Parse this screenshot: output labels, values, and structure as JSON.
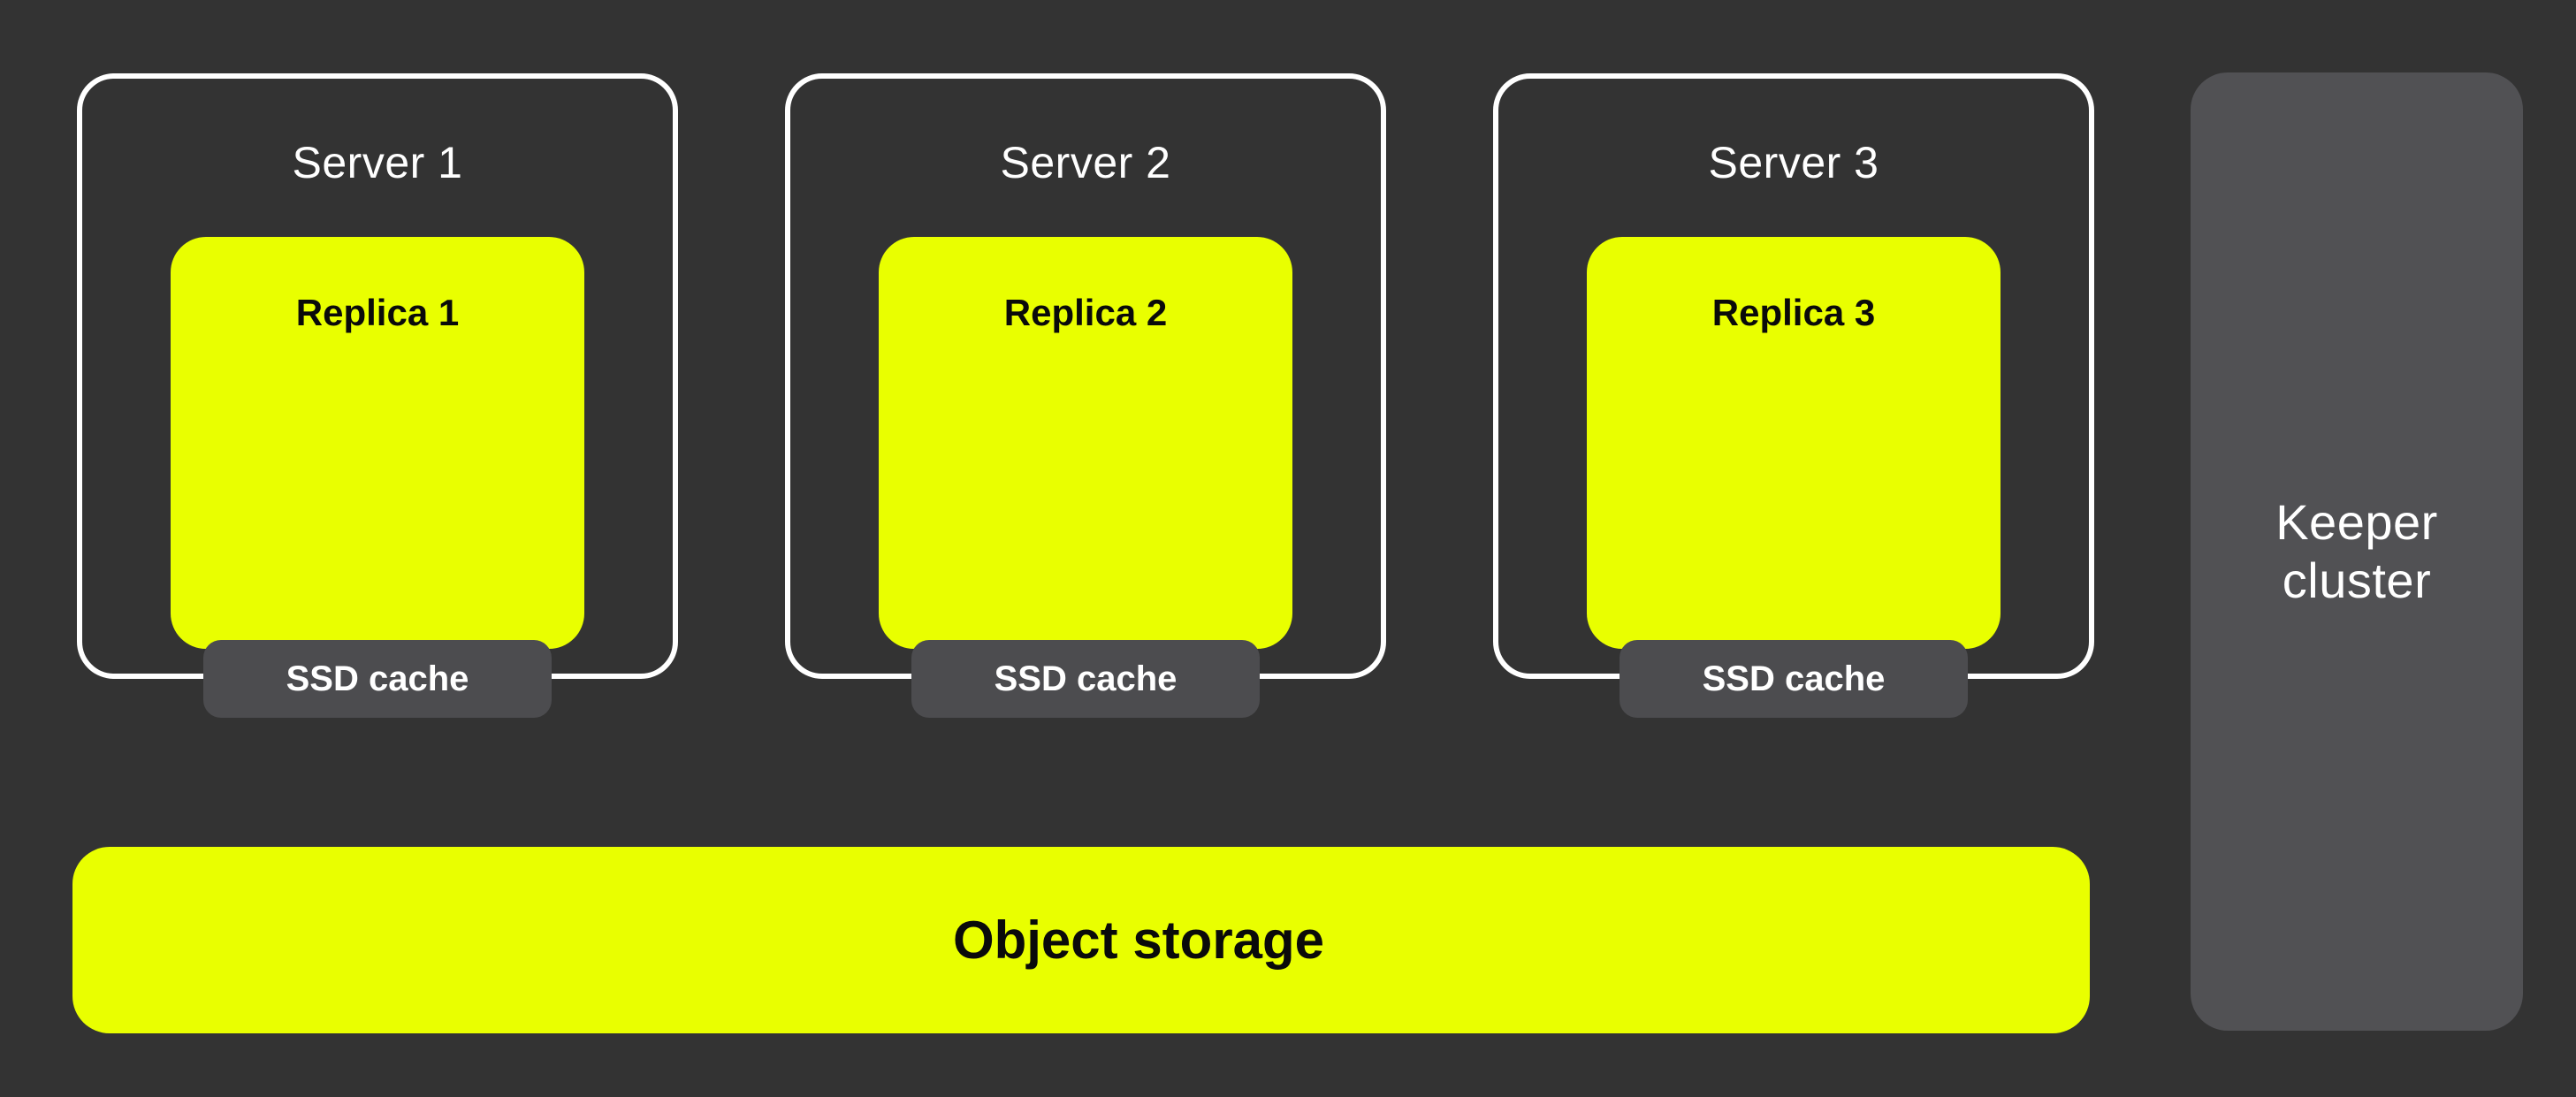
{
  "colors": {
    "canvas_bg": "#333333",
    "accent_yellow": "#E9FF00",
    "server_border": "#FFFFFF",
    "ssd_badge_bg": "#4C4C4F",
    "keeper_bg": "#515154",
    "text_dark": "#0A0A0A",
    "text_light": "#FFFFFF"
  },
  "servers": [
    {
      "label": "Server 1",
      "replica_label": "Replica 1",
      "cache_label": "SSD cache"
    },
    {
      "label": "Server 2",
      "replica_label": "Replica 2",
      "cache_label": "SSD cache"
    },
    {
      "label": "Server 3",
      "replica_label": "Replica 3",
      "cache_label": "SSD cache"
    }
  ],
  "object_storage": {
    "label": "Object storage"
  },
  "keeper_cluster": {
    "line1": "Keeper",
    "line2": "cluster"
  }
}
